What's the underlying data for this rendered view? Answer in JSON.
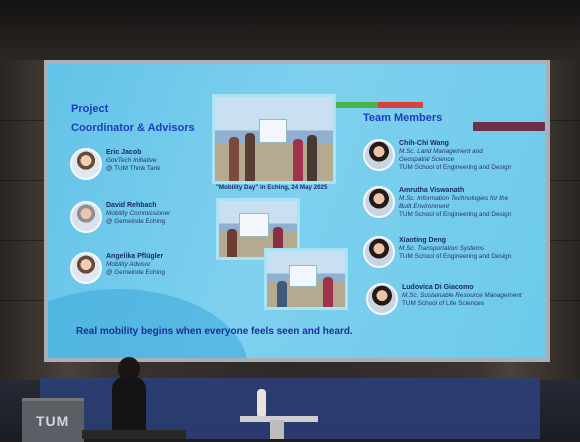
{
  "slide": {
    "left_title_line1": "Project",
    "left_title_line2": "Coordinator & Advisors",
    "right_title": "Team Members",
    "photo_caption": "\"Mobility Day\" in Eching, 24 May 2025",
    "slogan": "Real mobility begins when everyone feels seen and heard.",
    "advisors": [
      {
        "name": "Eric Jacob",
        "line1": "GovTech Initiative",
        "line2": "@ TUM Think Tank"
      },
      {
        "name": "David Rehbach",
        "line1": "Mobility Commissioner",
        "line2": "@ Gemeinde Eching"
      },
      {
        "name": "Angelika Pflügler",
        "line1": "Mobility Advisor",
        "line2": "@ Gemeinde Eching"
      }
    ],
    "team": [
      {
        "name": "Chih-Chi Wang",
        "line1": "M.Sc. Land Management and",
        "line2": "Geospatial Science",
        "line3": "TUM School of Engineering and Design"
      },
      {
        "name": "Amrutha Viswanath",
        "line1": "M.Sc. Information Technologies for the",
        "line2": "Built Environment",
        "line3": "TUM School of Engineering and Design"
      },
      {
        "name": "Xiaoting Deng",
        "line1": "M.Sc. Transportation Systems",
        "line2": "TUM School of Engineering and Design"
      },
      {
        "name": "Ludovica Di Giacomo",
        "line1": "M.Sc. Sustainable Resource Management",
        "line2": "TUM School of Life Sciences"
      }
    ]
  },
  "room": {
    "podium_logo": "TUM"
  },
  "colors": {
    "slide_bg": "#6ccaea",
    "heading_blue": "#1f3bbf",
    "text_navy": "#1b2a6b"
  }
}
